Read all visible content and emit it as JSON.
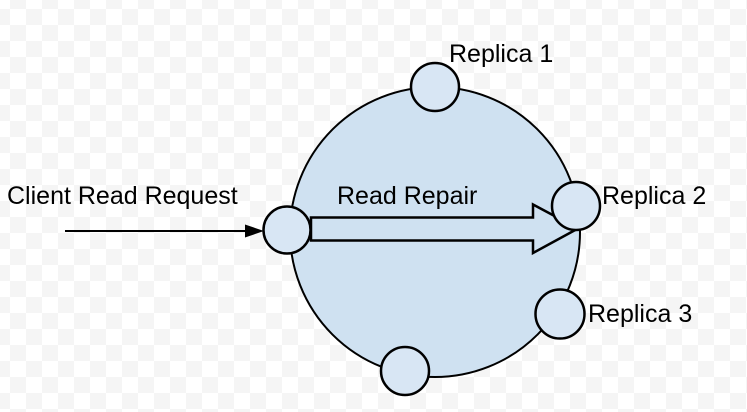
{
  "diagram": {
    "labels": {
      "client_request": "Client Read Request",
      "read_repair": "Read Repair",
      "replica_1": "Replica 1",
      "replica_2": "Replica 2",
      "replica_3": "Replica 3"
    }
  },
  "colors": {
    "ring-fill": "#cfe1f1",
    "node-fill": "#d8e6f4",
    "stroke": "#000000",
    "text": "#000000",
    "checker-light": "#ffffff",
    "checker-dark": "#f5f5f5"
  }
}
